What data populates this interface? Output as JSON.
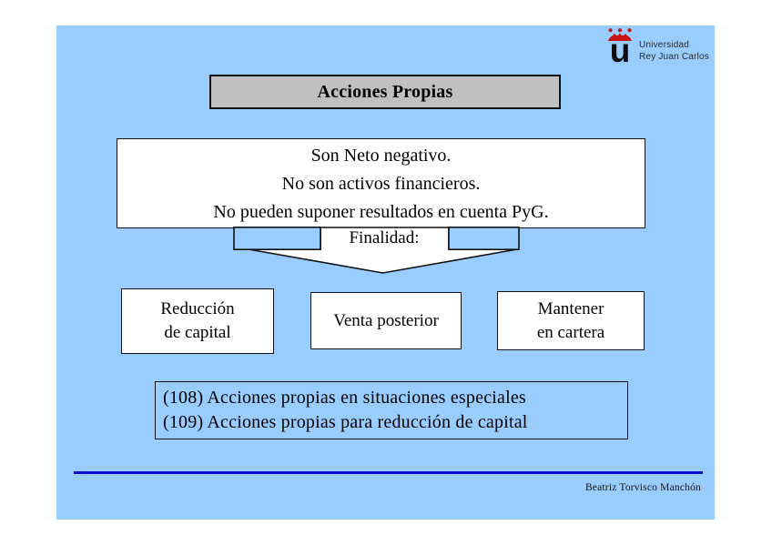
{
  "slide": {
    "background_color": "#99CCFF",
    "page_background_color": "#FFFFFF"
  },
  "logo": {
    "letter": "u",
    "name_line1": "Universidad",
    "name_line2": "Rey Juan Carlos",
    "crown_color": "#CC1111",
    "letter_color": "#0d0d0d"
  },
  "title": {
    "label": "Acciones Propias",
    "box_color": "#C0C0C0"
  },
  "statement_box": {
    "lines": [
      "Son Neto negativo.",
      "No son activos financieros.",
      "No pueden suponer resultados en cuenta PyG."
    ]
  },
  "arrow": {
    "label": "Finalidad:"
  },
  "options": [
    {
      "lines": [
        "Reducción",
        "de capital"
      ]
    },
    {
      "lines": [
        "Venta posterior"
      ]
    },
    {
      "lines": [
        "Mantener",
        "en cartera"
      ]
    }
  ],
  "accounts_box": {
    "lines": [
      "(108) Acciones propias en situaciones especiales",
      "(109) Acciones propias para reducción de capital"
    ]
  },
  "footer": {
    "rule_color": "#0E0ED0",
    "author": "Beatriz Torvisco Manchón"
  }
}
